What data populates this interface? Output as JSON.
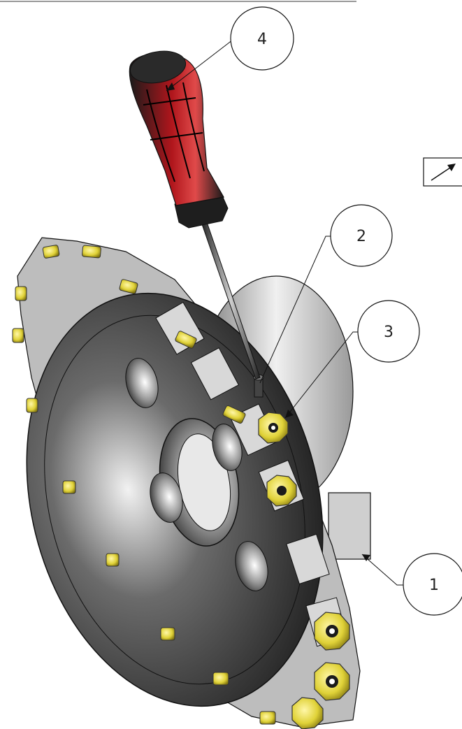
{
  "balloons": [
    {
      "label": "1",
      "part": "cutter-body"
    },
    {
      "label": "2",
      "part": "insert-screw"
    },
    {
      "label": "3",
      "part": "octagonal-insert"
    },
    {
      "label": "4",
      "part": "screwdriver"
    }
  ],
  "colors": {
    "insert": "#e0d238",
    "insert_dark": "#8a7b12",
    "handle": "#9a0f14",
    "handle_dark": "#2a2a2a",
    "body": "#3a3a3a",
    "body_light": "#d9d9d9",
    "line": "#111111"
  },
  "icons": [
    "arrow-up-right-icon"
  ]
}
